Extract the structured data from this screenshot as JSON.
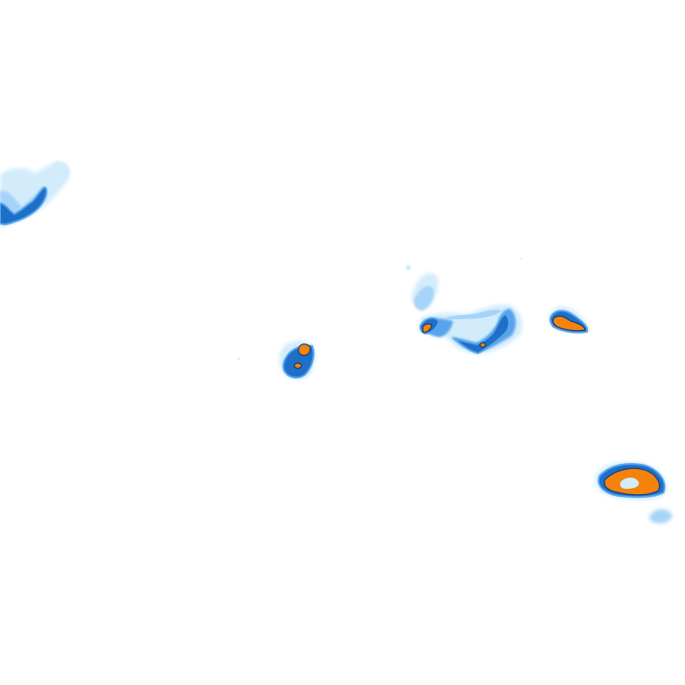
{
  "map": {
    "type": "precipitation-radar-overlay",
    "background": "#ffffff",
    "intensity_colors": {
      "light": "#d3ecfc",
      "light_medium": "#a6d4f8",
      "medium": "#56a5ec",
      "heavy": "#1f6fc9",
      "very_heavy_outline": "#0f3d80",
      "extreme": "#f5820a"
    },
    "cells": [
      {
        "name": "northwest-band",
        "max_intensity": "heavy"
      },
      {
        "name": "central-small-cell",
        "max_intensity": "extreme"
      },
      {
        "name": "central-east-arc",
        "max_intensity": "extreme"
      },
      {
        "name": "east-cell",
        "max_intensity": "extreme"
      },
      {
        "name": "southeast-ring-cell",
        "max_intensity": "extreme"
      }
    ]
  }
}
